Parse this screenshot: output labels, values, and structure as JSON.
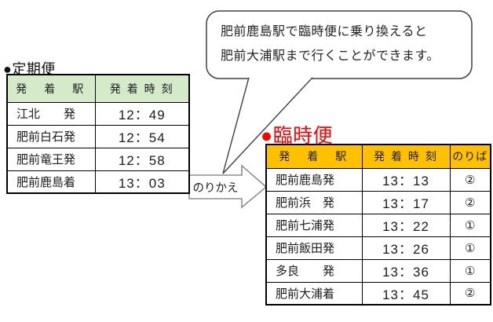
{
  "bubble": {
    "line1": "肥前鹿島駅で臨時便に乗り換えると",
    "line2": "肥前大浦駅まで行くことができます。"
  },
  "transfer_arrow": {
    "label": "のりかえ"
  },
  "regular": {
    "title": "●定期便",
    "headers": {
      "station": "発　着　駅",
      "time": "発 着 時 刻"
    },
    "rows": [
      [
        "江北　　発",
        "12：49"
      ],
      [
        "肥前白石発",
        "12：54"
      ],
      [
        "肥前竜王発",
        "12：58"
      ],
      [
        "肥前鹿島着",
        "13：03"
      ]
    ]
  },
  "special": {
    "title": "●臨時便",
    "headers": {
      "station": "発　着　駅",
      "time": "発 着 時 刻",
      "platform": "のりば"
    },
    "rows": [
      [
        "肥前鹿島発",
        "13：13",
        "②"
      ],
      [
        "肥前浜　発",
        "13：17",
        "②"
      ],
      [
        "肥前七浦発",
        "13：22",
        "①"
      ],
      [
        "肥前飯田発",
        "13：26",
        "①"
      ],
      [
        "多良　　発",
        "13：36",
        "①"
      ],
      [
        "肥前大浦着",
        "13：45",
        "②"
      ]
    ]
  },
  "colors": {
    "regular_header_bg": "#d5eac8",
    "special_header_bg": "#ffc000",
    "special_title_red": "#ff0000",
    "callout_stroke": "#3f3f3f",
    "arrow_stroke": "#8f8f8f"
  }
}
